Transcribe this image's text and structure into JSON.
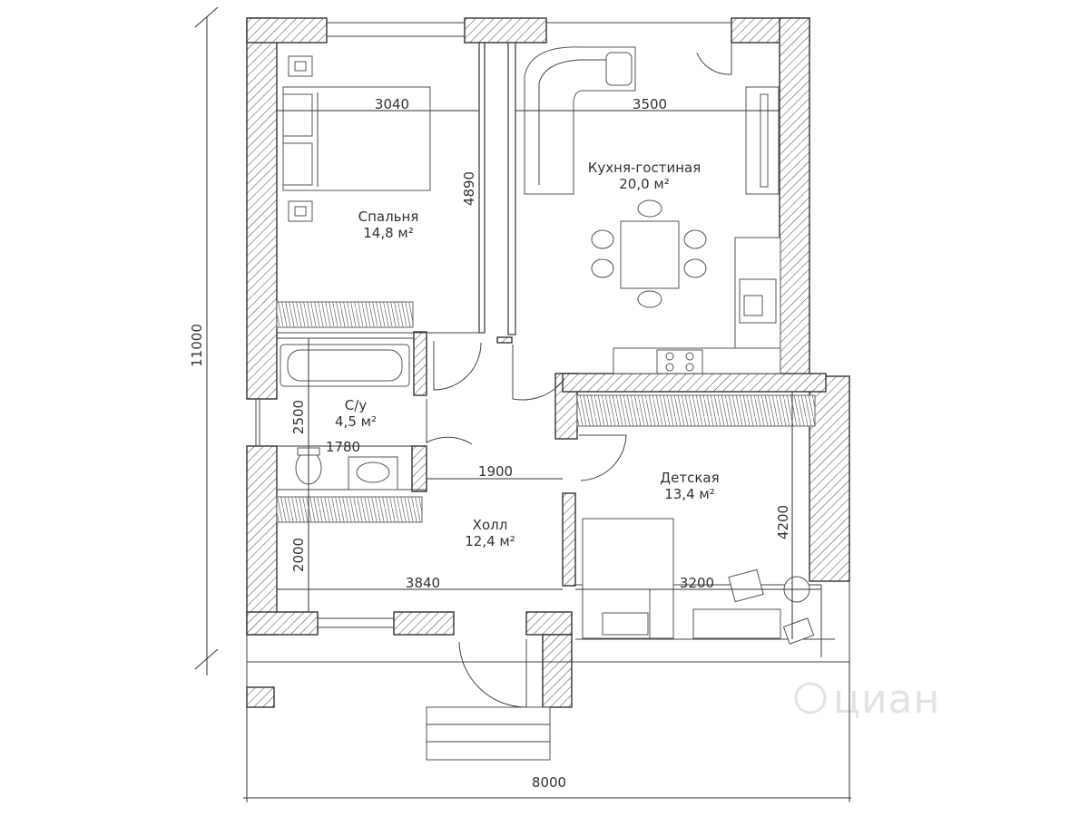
{
  "rooms": [
    {
      "name": "Спальня",
      "area": "14,8 м²"
    },
    {
      "name": "Кухня-гостиная",
      "area": "20,0 м²"
    },
    {
      "name": "С/у",
      "area": "4,5 м²"
    },
    {
      "name": "Детская",
      "area": "13,4 м²"
    },
    {
      "name": "Холл",
      "area": "12,4 м²"
    }
  ],
  "dimensions": {
    "bedroom_width": "3040",
    "bedroom_depth": "4890",
    "kitchen_width": "3500",
    "overall_height": "11000",
    "bath_depth": "2500",
    "bath_width": "1780",
    "hall_upper_width": "1900",
    "hall_depth": "2000",
    "hall_width": "3840",
    "kids_depth": "4200",
    "kids_width": "3200",
    "overall_width": "8000"
  },
  "watermark": "циан"
}
